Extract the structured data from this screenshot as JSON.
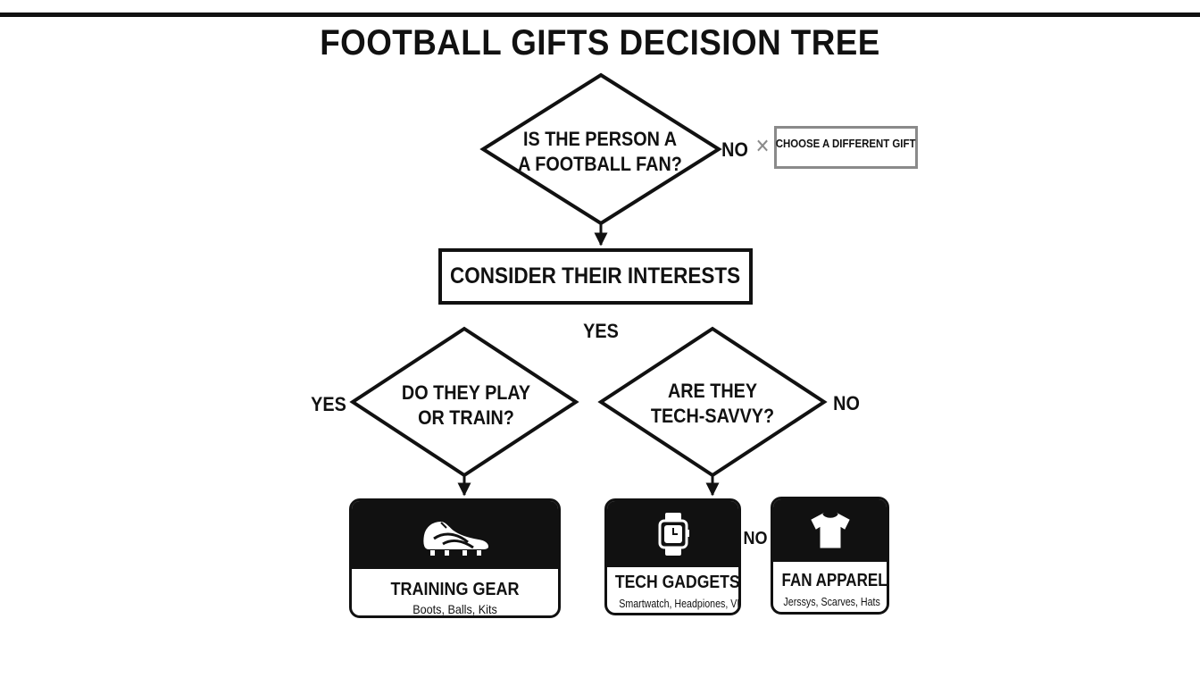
{
  "title": "FOOTBALL GIFTS DECISION TREE",
  "nodes": {
    "q_fan": {
      "line1": "IS THE PERSON A",
      "line2": "A FOOTBALL FAN?"
    },
    "different": "CHOOSE A DIFFERENT GIFT",
    "consider": "CONSIDER THEIR INTERESTS",
    "q_play": {
      "line1": "DO THEY PLAY",
      "line2": "OR TRAIN?"
    },
    "q_tech": {
      "line1": "ARE THEY",
      "line2": "TECH-SAVVY?"
    }
  },
  "edges": {
    "fan_no": "NO",
    "x_mark": "✕",
    "mid_yes": "YES",
    "play_yes": "YES",
    "tech_no": "NO",
    "bottom_no": "NO"
  },
  "gifts": [
    {
      "name": "TRAINING GEAR",
      "items": "Boots, Balls, Kits",
      "icon": "football-boot-icon"
    },
    {
      "name": "TECH GADGETS",
      "items": "Smartwatch, Headpiones, VR",
      "icon": "smartwatch-icon"
    },
    {
      "name": "FAN APPAREL",
      "items": "Jerssys, Scarves, Hats",
      "icon": "tshirt-icon"
    }
  ],
  "colors": {
    "ink": "#111111",
    "muted": "#8a8a8a",
    "background": "#ffffff"
  }
}
